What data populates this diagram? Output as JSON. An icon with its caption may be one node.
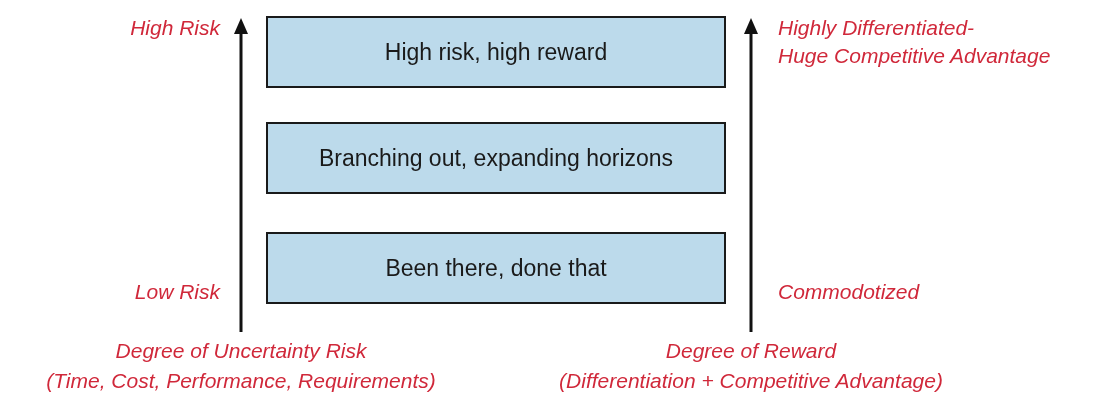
{
  "diagram": {
    "nodes": [
      {
        "text": [
          "High risk, high reward"
        ]
      },
      {
        "text": [
          "Branching out, expanding horizons"
        ]
      },
      {
        "text": [
          "Been there, done that"
        ]
      }
    ],
    "labels": [
      "High Risk",
      "Highly Differentiated-",
      "Huge Competitive Advantage",
      "Low Risk",
      "Commodotized",
      "Degree of Uncertainty Risk",
      "Degree of Reward",
      "(Time, Cost, Performance, Requirements)",
      "(Differentiation + Competitive Advantage)"
    ]
  }
}
